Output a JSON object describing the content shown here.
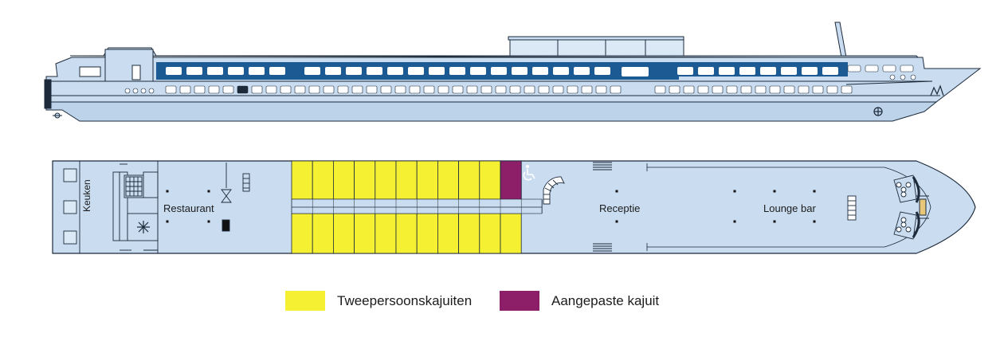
{
  "deck_labels": {
    "kitchen": "Keuken",
    "restaurant": "Restaurant",
    "reception": "Receptie",
    "lounge": "Lounge bar"
  },
  "legend": [
    {
      "label": "Tweepersoonskajuiten",
      "color": "#f5f032"
    },
    {
      "label": "Aangepaste kajuit",
      "color": "#8c1f68"
    }
  ],
  "colors": {
    "hull": "#c9dcf0",
    "stripe": "#1b5a92",
    "outline": "#1c2a3a",
    "double_cabin": "#f5f032",
    "adapted_cabin": "#8c1f68"
  },
  "icons": {
    "accessible_cabin": "wheelchair-icon",
    "kitchen_freezer": "snowflake-icon"
  }
}
